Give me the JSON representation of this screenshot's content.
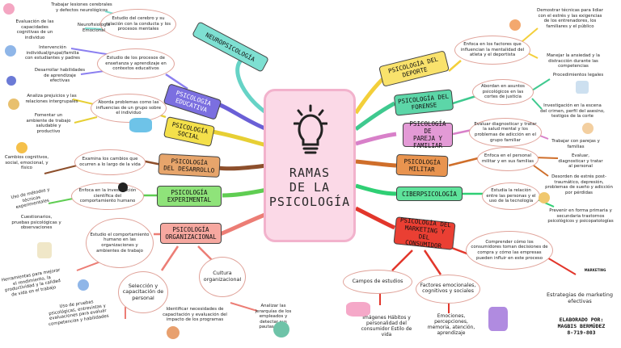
{
  "center": {
    "title": "RAMAS\nDE LA\nPSICOLOGÍA"
  },
  "branches": {
    "neuro": "NEUROPSICOLOGÍA",
    "educativa": "PSICOLOGÍA\nEDUCATIVA",
    "social": "PSICOLOGÍA\nSOCIAL",
    "desarrollo": "PSICOLOGÍA\nDEL DESARROLLO",
    "experimental": "PSICOLOGÍA\nEXPERIMENTAL",
    "organizacional": "PSICOLOGÍA\nORGANIZACIONAL",
    "deporte": "PSICOLOGÍA DEL\nDEPORTE",
    "forense": "PSICOLOGÍA DEL\nFORENSE",
    "pareja": "PSICOLOGÍA DE\nPAREJA Y\nFAMILIAR",
    "militar": "PSICOLOGÍA\nMILITAR",
    "ciber": "CIBERPSICOLOGÍA",
    "marketing": "PSICOLOGÍA DEL\nMARKETING Y DEL\nCONSUMIDOR"
  },
  "notes": {
    "neuro_desc": "Estudio del cerebro y su relación con la conducta y los procesos mentales",
    "neuro_1": "Trabajar lesiones cerebrales y defectos neurológicos",
    "neuro_2": "Neurofisiología Emocional",
    "neuro_3": "Evaluación de las capacidades cognitivas de un individuo",
    "edu_desc": "Estudio de los procesos de enseñanza y aprendizaje en contextos educativos",
    "edu_1": "Intervención individual/grupal/familia con estudiantes y padres",
    "edu_2": "Desarrollar habilidades de aprendizaje efectivas",
    "social_desc": "Aborda problemas como las influencias de un grupo sobre el individuo",
    "social_1": "Analiza prejuicios y las relaciones intergrupales",
    "social_2": "Fomentar un ambiente de trabajo saludable y productivo",
    "desarrollo_desc": "Examina los cambios que ocurren a lo largo de la vida",
    "desarrollo_1": "Cambios cognitivos, social, emocional, y físico",
    "exp_desc": "Enfoca en la investigación científica del comportamiento humano",
    "exp_1": "Uso de métodos y técnicas experimentales",
    "exp_2": "Cuestionarios, pruebas psicológicas y observaciones",
    "org_1": "Estudio el comportamiento humano en las organizaciones y ambientes de trabajo",
    "org_2": "Selección y capacitación de personal",
    "org_3": "Cultura organizacional",
    "org_4": "Herramientas para mejorar el rendimiento, la productividad y la calidad de vida en el trabajo",
    "org_5": "Uso de pruebas psicológicas, entrevistas y evaluaciones para evaluar competencias y habilidades",
    "org_6": "Identificar necesidades de capacitación y evaluación del impacto de los programas",
    "org_7": "Analizar las jerarquías de los empleados y detectar sus pautas fiscas",
    "deporte_desc": "Enfoca en los factores que influencian la mentalidad del atleta y el deportista",
    "deporte_1": "Demostrar técnicas para lidiar con el estrés y las exigencias de los entrenadores, los familiares y el público",
    "deporte_2": "Manejar la ansiedad y la distracción durante las competencias",
    "forense_desc": "Abordan en asuntos psicológicos en las cortes de justicia",
    "forense_1": "Procedimientos legales",
    "forense_2": "Investigación en la escena del crimen, perfil del asesino, testigos de la corte",
    "pareja_desc": "Evaluar diagnosticar y tratar la salud mental y los problemas de adicción en el grupo familiar",
    "pareja_1": "Trabajar con parejas y familias",
    "militar_desc": "Enfoca en el personal militar y en sus familias",
    "militar_1": "Evaluar, diagnosticar y tratar al personal",
    "militar_2": "Desorden de estrés post-traumático, depresión, problemas de sueño y adicción por pérdidas",
    "ciber_desc": "Estudia la relación entre las personas y el uso de la tecnología",
    "ciber_1": "Prevenir en forma primaria y secundaria trastornos psicológicos y psicopatologías",
    "mkt_desc": "Comprender cómo los consumidores toman decisiones de compra y cómo las empresas pueden influir en este proceso",
    "mkt_1": "Campos de estudios",
    "mkt_2": "Factores emocionales, cognitivos y sociales",
    "mkt_3": "Imágenes Hábitos y personalidad del consumidor Estilo de vida",
    "mkt_4": "Emociones, percepciones, memoria, atención, aprendizaje",
    "mkt_5": "Estrategias de marketing efectivas",
    "mkt_sign": "MARKETING"
  },
  "credit": {
    "line1": "ELABORADO POR:",
    "line2": "MAGBIS BERMÚDEZ",
    "line3": "8-719-803"
  },
  "colors": {
    "center_fill": "#fbd9e7",
    "neuro": "#7ee0d2",
    "educativa": "#7b6fe0",
    "social": "#f4e04a",
    "desarrollo": "#e7a56b",
    "experimental": "#8fe37a",
    "organizacional": "#f6a8a0",
    "deporte": "#f9e26c",
    "forense": "#5cd6a8",
    "pareja": "#e39ad6",
    "militar": "#e9944f",
    "ciber": "#5ee39b",
    "marketing": "#ea3f33"
  }
}
